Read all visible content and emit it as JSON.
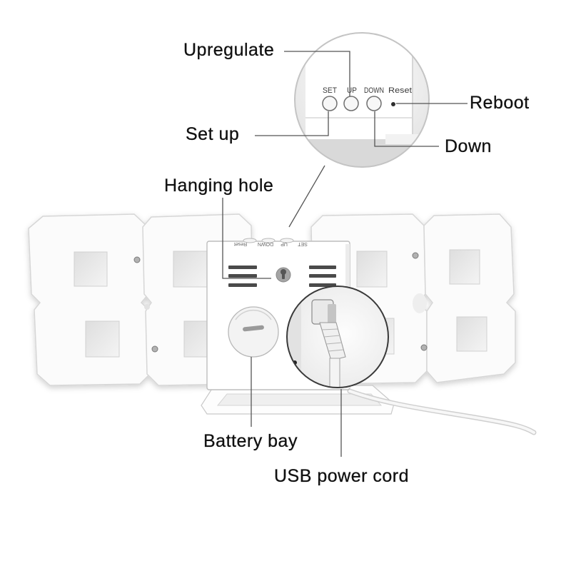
{
  "labels": {
    "upregulate": "Upregulate",
    "reboot": "Reboot",
    "set_up": "Set up",
    "down": "Down",
    "hanging_hole": "Hanging hole",
    "battery_bay": "Battery bay",
    "usb_power_cord": "USB power cord"
  },
  "zoom_panel": {
    "set": "SET",
    "up": "UP",
    "down": "DOWN",
    "reset": "Reset"
  },
  "back_panel_print": {
    "set": "SET",
    "up": "UP",
    "down": "DOWN",
    "reset": "Reset"
  },
  "colors": {
    "label_text": "#111111",
    "leader_line": "#555555",
    "clock_body": "#fbfbfb",
    "clock_window": "#e7e7e7",
    "zoom_border_buttons": "#c4c4c4",
    "zoom_border_usb": "#3a3a3a"
  }
}
